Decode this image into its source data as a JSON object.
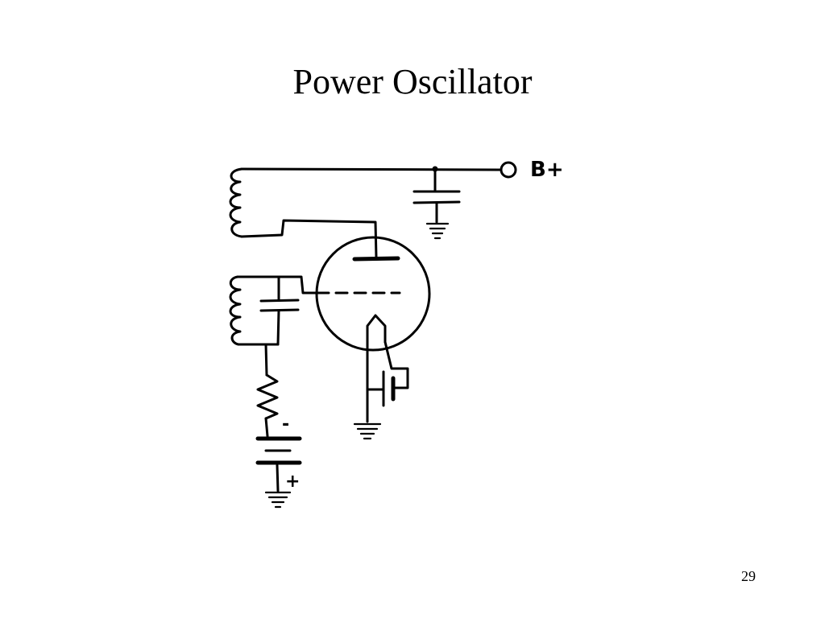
{
  "slide": {
    "title": "Power Oscillator",
    "page_number": "29"
  },
  "diagram": {
    "supply_label": "B+",
    "bias_minus": "-",
    "bias_plus": "+"
  },
  "colors": {
    "ink": "#000000",
    "background": "#ffffff"
  }
}
